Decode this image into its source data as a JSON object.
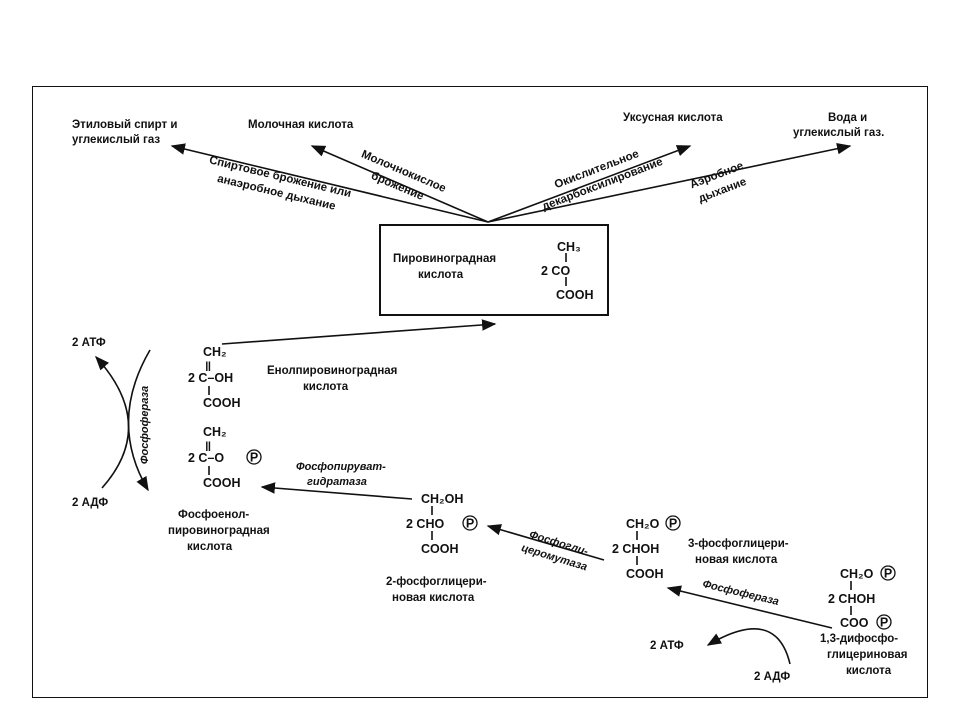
{
  "products": {
    "ethanol": [
      "Этиловый спирт и",
      "углекислый газ"
    ],
    "lactic": "Молочная кислота",
    "acetic": "Уксусная кислота",
    "water": [
      "Вода и",
      "углекислый газ."
    ]
  },
  "processes": {
    "alcoholic": [
      "Спиртовое брожение или",
      "анаэробное дыхание"
    ],
    "lactic": [
      "Молочнокислое",
      "брожение"
    ],
    "oxidative": [
      "Окислительное",
      "декарбоксилирование"
    ],
    "aerobic": [
      "Аэробное",
      "дыхание"
    ]
  },
  "pyruvate": {
    "name": [
      "Пировиноградная",
      "кислота"
    ],
    "formula": [
      "CH₃",
      "2 CO",
      "COOH"
    ]
  },
  "enolpyruvate": {
    "name": [
      "Енолпировиноградная",
      "кислота"
    ],
    "formula": [
      "CH₂",
      "‖",
      "2 C–OH",
      "COOH"
    ]
  },
  "pep": {
    "name": [
      "Фосфоенол-",
      "пировиноградная",
      "кислота"
    ],
    "formula": [
      "CH₂",
      "‖",
      "2 C–O",
      "COOH"
    ]
  },
  "pg2": {
    "name": [
      "2-фосфоглицери-",
      "новая кислота"
    ],
    "formula": [
      "CH₂OH",
      "2 CHO",
      "COOH"
    ]
  },
  "pg3": {
    "name": [
      "3-фосфоглицери-",
      "новая кислота"
    ],
    "formula": [
      "CH₂O",
      "2 CHOH",
      "COOH"
    ]
  },
  "bpg": {
    "name": [
      "1,3-дифосфо-",
      "глицериновая",
      "кислота"
    ],
    "formula": [
      "CH₂O",
      "2 CHOH",
      "COO"
    ]
  },
  "enzymes": {
    "kinase_left": "Фосфофераза",
    "enolase": [
      "Фосфопируват-",
      "гидратаза"
    ],
    "mutase": [
      "Фосфогли-",
      "церомутаза"
    ],
    "kinase_right": "Фосфофераза"
  },
  "cofactors": {
    "atp_left": "2 АТФ",
    "adp_left": "2 АДФ",
    "atp_right": "2 АТФ",
    "adp_right": "2 АДФ"
  },
  "phosphate_symbol": "P"
}
